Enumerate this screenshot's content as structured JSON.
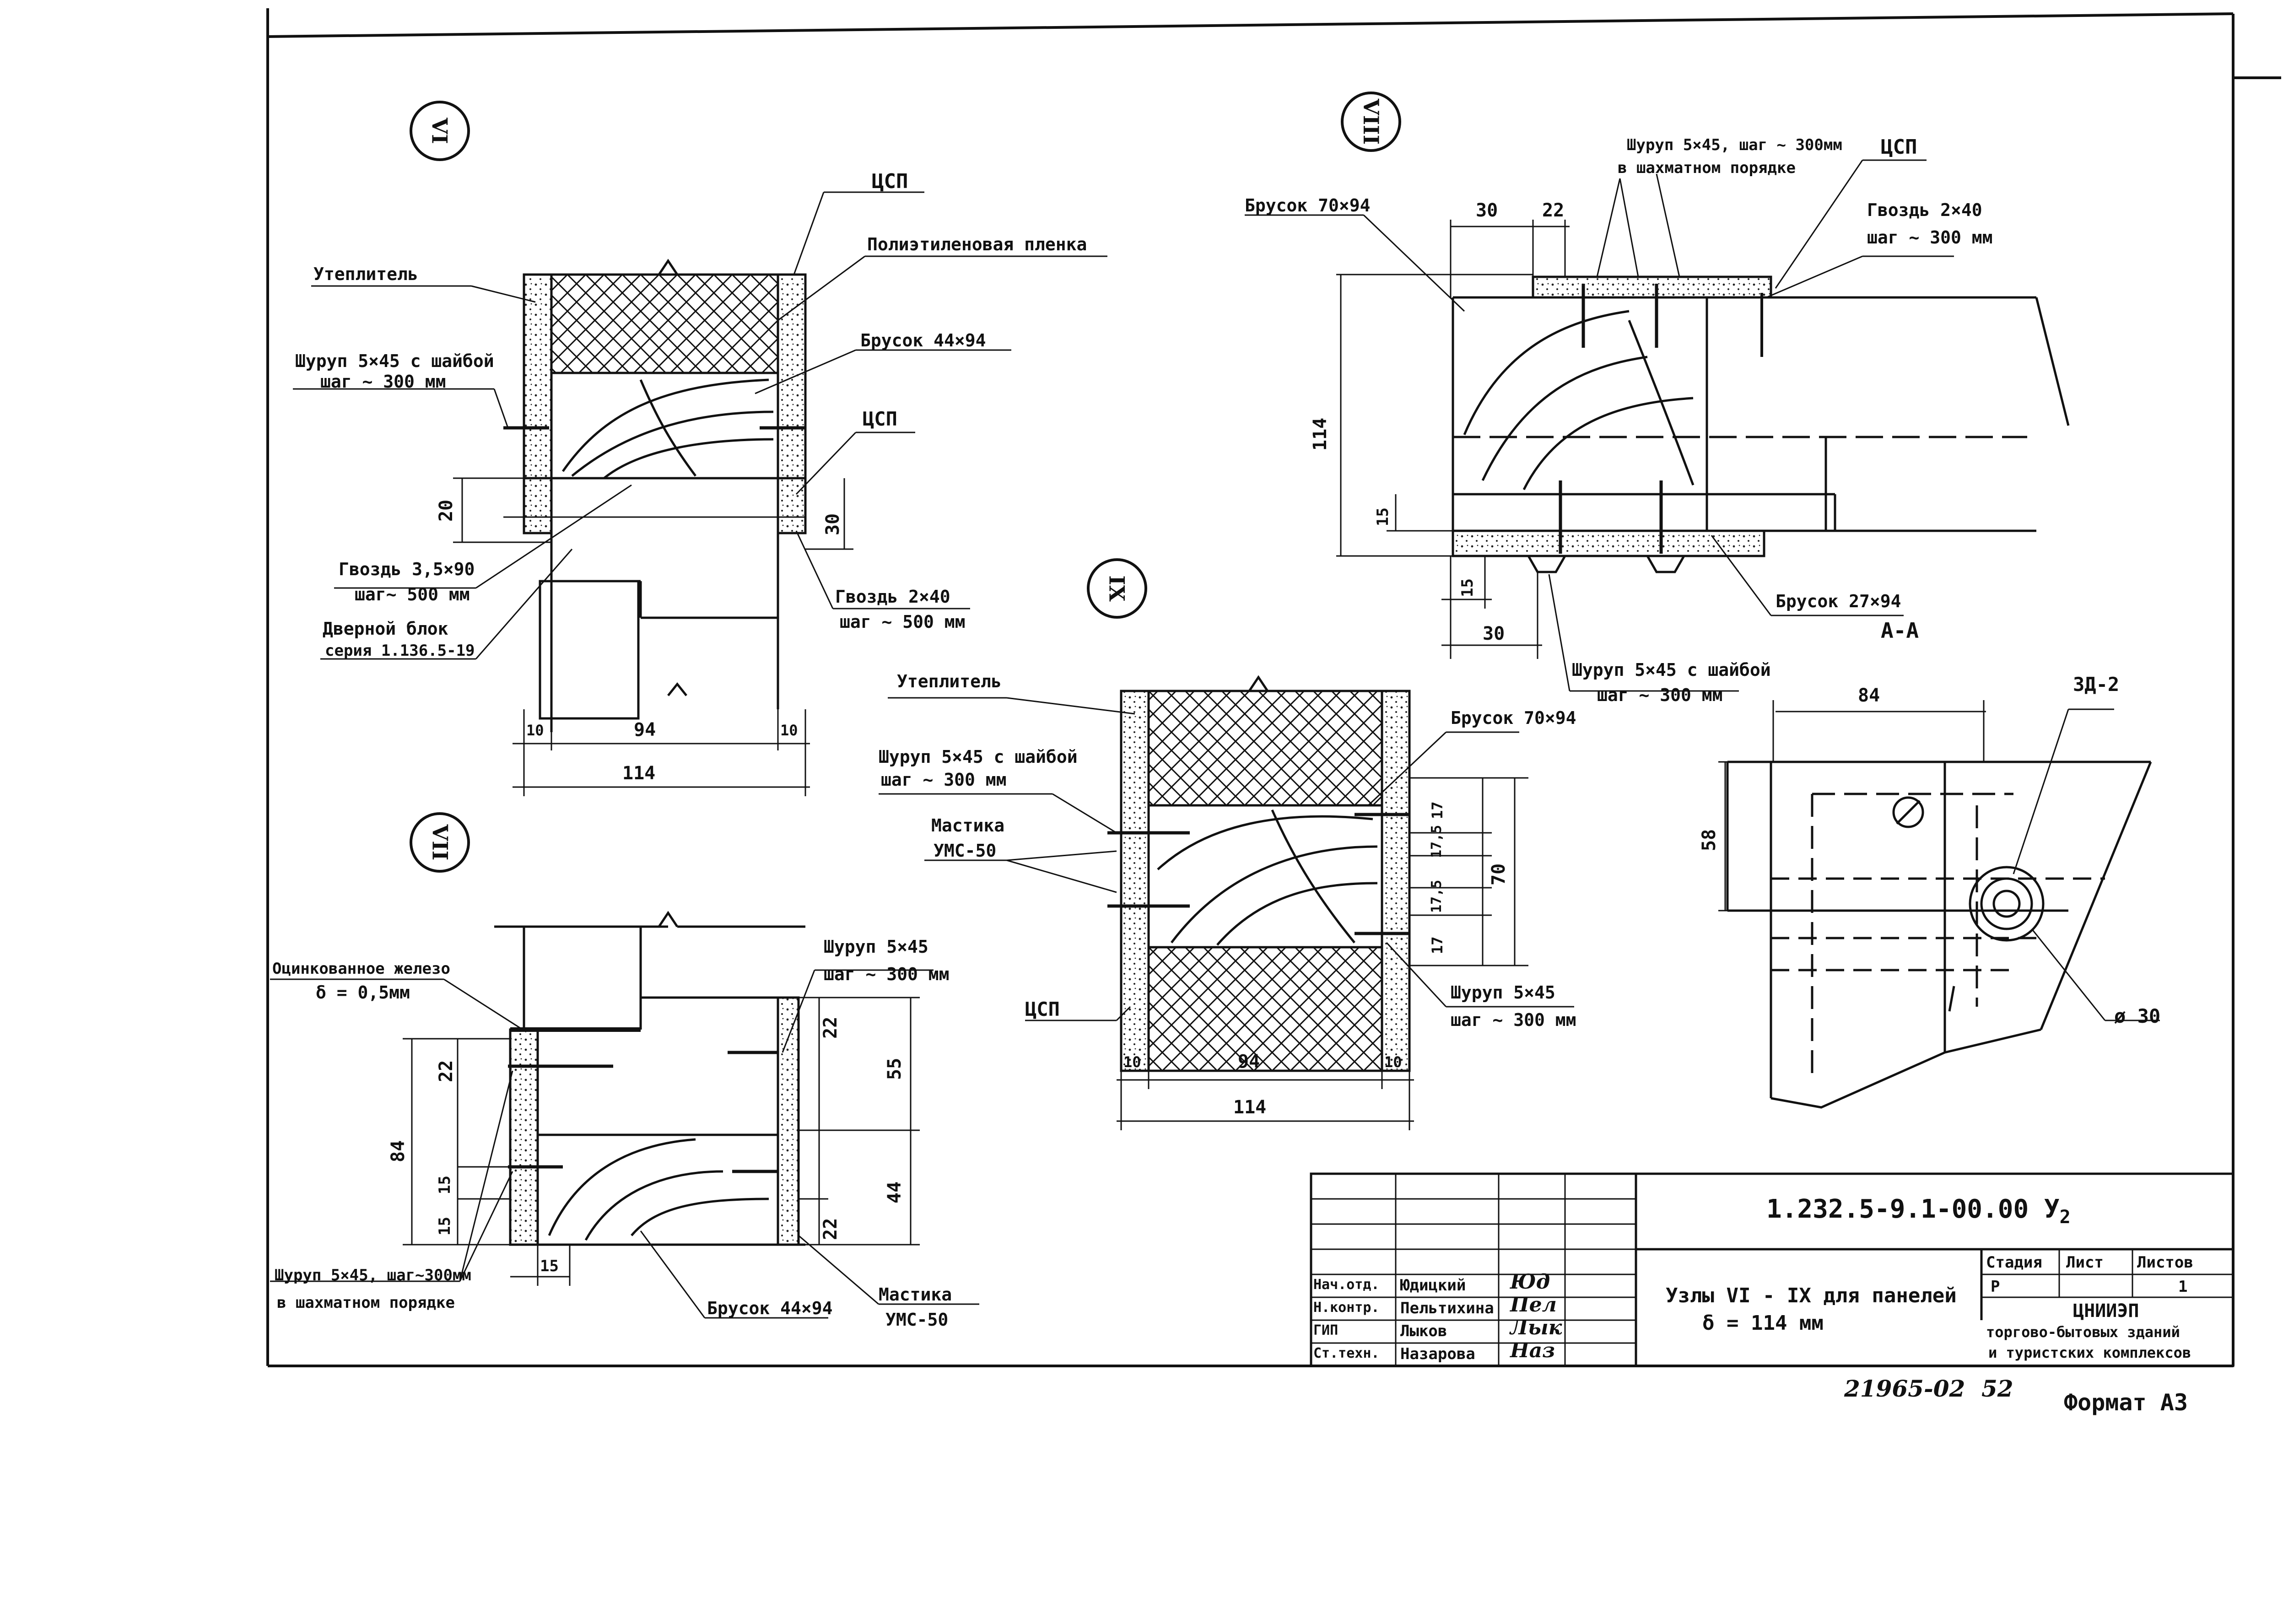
{
  "nodes": {
    "vi": {
      "marker": "VI",
      "labels": {
        "csp_top": "ЦСП",
        "insulation": "Утеплитель",
        "film": "Полиэтиленовая пленка",
        "bar": "Брусок 44×94",
        "screw_l1": "Шуруп 5×45 с шайбой",
        "screw_l2": "шаг ~ 300 мм",
        "csp_mid": "ЦСП",
        "nail_l1": "Гвоздь 3,5×90",
        "nail_l2": "шаг~ 500 мм",
        "door_l1": "Дверной блок",
        "door_l2": "серия 1.136.5-19",
        "nail2_l1": "Гвоздь 2×40",
        "nail2_l2": "шаг ~ 500 мм"
      },
      "dims": {
        "d20": "20",
        "d30": "30",
        "d10a": "10",
        "d94": "94",
        "d10b": "10",
        "d114": "114"
      }
    },
    "vii": {
      "marker": "VII",
      "labels": {
        "iron_l1": "Оцинкованное железо",
        "iron_l2": "δ = 0,5мм",
        "screw_l1": "Шуруп 5×45",
        "screw_l2": "шаг ~ 300 мм",
        "stagger_l1": "Шуруп 5×45, шаг~300мм",
        "stagger_l2": "в шахматном порядке",
        "bar": "Брусок 44×94",
        "mastic_l1": "Мастика",
        "mastic_l2": "УМС-50"
      },
      "dims": {
        "d22a": "22",
        "d84": "84",
        "d15a": "15",
        "d15b": "15",
        "d15c": "15",
        "d22b": "22",
        "d55": "55",
        "d44": "44",
        "d22c": "22"
      }
    },
    "viii": {
      "marker": "VIII",
      "labels": {
        "bar70": "Брусок 70×94",
        "screw_l1": "Шуруп 5×45, шаг ~ 300мм",
        "screw_l2": "в шахматном порядке",
        "csp": "ЦСП",
        "nail_l1": "Гвоздь 2×40",
        "nail_l2": "шаг ~ 300 мм",
        "bar27": "Брусок 27×94",
        "screw2_l1": "Шуруп 5×45 с шайбой",
        "screw2_l2": "шаг ~ 300 мм",
        "section": "А-А"
      },
      "dims": {
        "d30a": "30",
        "d22": "22",
        "d114": "114",
        "d15a": "15",
        "d15b": "15",
        "d30b": "30"
      }
    },
    "ix": {
      "marker": "IX",
      "labels": {
        "insulation": "Утеплитель",
        "bar70": "Брусок 70×94",
        "screw_l1": "Шуруп 5×45 с шайбой",
        "screw_l2": "шаг ~ 300 мм",
        "mastic_l1": "Мастика",
        "mastic_l2": "УМС-50",
        "csp": "ЦСП",
        "screw2_l1": "Шуруп 5×45",
        "screw2_l2": "шаг ~ 300 мм"
      },
      "dims": {
        "d17a": "17",
        "d175a": "17,5",
        "d175b": "17,5",
        "d17b": "17",
        "d70": "70",
        "d10a": "10",
        "d94": "94",
        "d10b": "10",
        "d114": "114"
      }
    },
    "detail": {
      "label_zd": "ЗД-2",
      "label_dia": "ø 30",
      "dims": {
        "d84": "84",
        "d58": "58"
      }
    }
  },
  "title_block": {
    "code": "1.232.5-9.1-00.00 У",
    "code_sub": "2",
    "rows": [
      {
        "role": "Нач.отд.",
        "name": "Юдицкий",
        "sign": "Юд"
      },
      {
        "role": "Н.контр.",
        "name": "Пельтихина",
        "sign": "Пел"
      },
      {
        "role": "ГИП",
        "name": "Лыков",
        "sign": "Лык"
      },
      {
        "role": "Ст.техн.",
        "name": "Назарова",
        "sign": "Наз"
      }
    ],
    "title_l1": "Узлы VI - IX для панелей",
    "title_l2": "δ = 114 мм",
    "head_stage": "Стадия",
    "head_sheet": "Лист",
    "head_sheets": "Листов",
    "val_stage": "Р",
    "val_sheets": "1",
    "org_l1": "ЦНИИЭП",
    "org_l2": "торгово-бытовых зданий",
    "org_l3": "и туристских комплексов"
  },
  "footer": {
    "inventory": "21965-02",
    "page": "52",
    "format": "Формат А3"
  }
}
